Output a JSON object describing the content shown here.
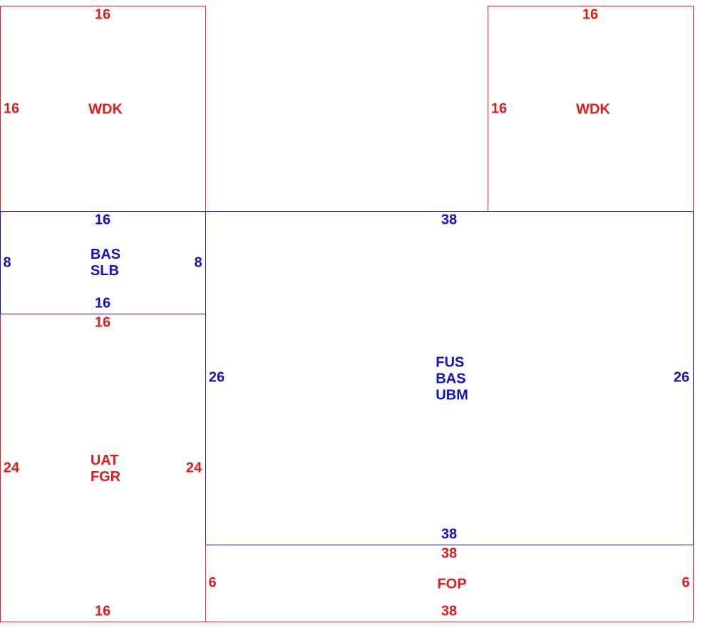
{
  "colors": {
    "red": "#e31a1a",
    "blue": "#1010c8"
  },
  "panels": [
    {
      "id": "wdk-left",
      "color": "red",
      "labels": [
        "WDK"
      ],
      "top": "16",
      "left": "16"
    },
    {
      "id": "wdk-right",
      "color": "red",
      "labels": [
        "WDK"
      ],
      "top": "16",
      "left": "16"
    },
    {
      "id": "bas-slb",
      "color": "blue",
      "labels": [
        "BAS",
        "SLB"
      ],
      "top": "16",
      "bottom": "16",
      "left": "8",
      "right": "8"
    },
    {
      "id": "uat-fgr",
      "color": "red",
      "labels": [
        "UAT",
        "FGR"
      ],
      "top": "16",
      "bottom": "16",
      "left": "24",
      "right": "24"
    },
    {
      "id": "fus-bas-ubm",
      "color": "blue",
      "labels": [
        "FUS",
        "BAS",
        "UBM"
      ],
      "top": "38",
      "bottom": "38",
      "left": "26",
      "right": "26"
    },
    {
      "id": "fop",
      "color": "red",
      "labels": [
        "FOP"
      ],
      "top": "38",
      "bottom": "38",
      "left": "6",
      "right": "6"
    }
  ]
}
